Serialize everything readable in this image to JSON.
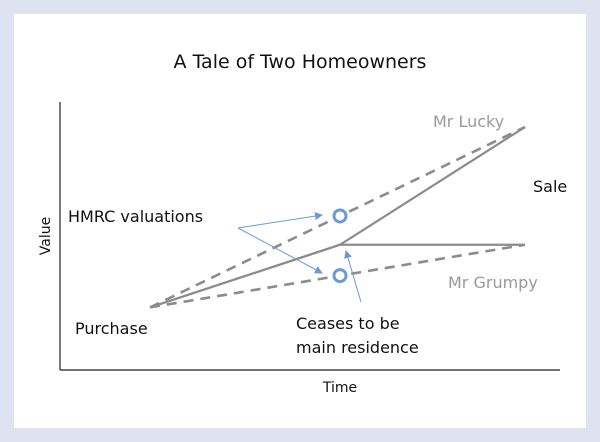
{
  "chart_data": {
    "type": "line",
    "title": "A Tale of Two Homeowners",
    "xlabel": "Time",
    "ylabel": "Value",
    "xlim": [
      0,
      10
    ],
    "ylim": [
      0,
      10.7
    ],
    "grid": false,
    "series": [
      {
        "name": "Mr Lucky",
        "style": "solid",
        "points": [
          [
            1.8,
            2.5
          ],
          [
            5.6,
            5.0
          ],
          [
            9.3,
            9.7
          ]
        ]
      },
      {
        "name": "Mr Grumpy",
        "style": "solid",
        "points": [
          [
            1.8,
            2.5
          ],
          [
            5.6,
            5.0
          ],
          [
            9.3,
            5.0
          ]
        ]
      },
      {
        "name": "Mr Lucky valuation",
        "style": "dashed",
        "points": [
          [
            1.8,
            2.5
          ],
          [
            9.3,
            9.7
          ]
        ]
      },
      {
        "name": "Mr Grumpy valuation",
        "style": "dashed",
        "points": [
          [
            1.8,
            2.5
          ],
          [
            9.3,
            5.0
          ]
        ]
      }
    ],
    "valuation_points": [
      [
        5.6,
        6.15
      ],
      [
        5.6,
        3.77
      ]
    ],
    "annotations": {
      "purchase": "Purchase",
      "sale": "Sale",
      "hmrc": "HMRC valuations",
      "ceases_line1": "Ceases to be",
      "ceases_line2": "main residence",
      "lucky": "Mr Lucky",
      "grumpy": "Mr Grumpy"
    },
    "colors": {
      "line": "#8c8c8c",
      "label_grey": "#9a9a9a",
      "accent": "#6a9bd8",
      "text": "#111111"
    }
  }
}
